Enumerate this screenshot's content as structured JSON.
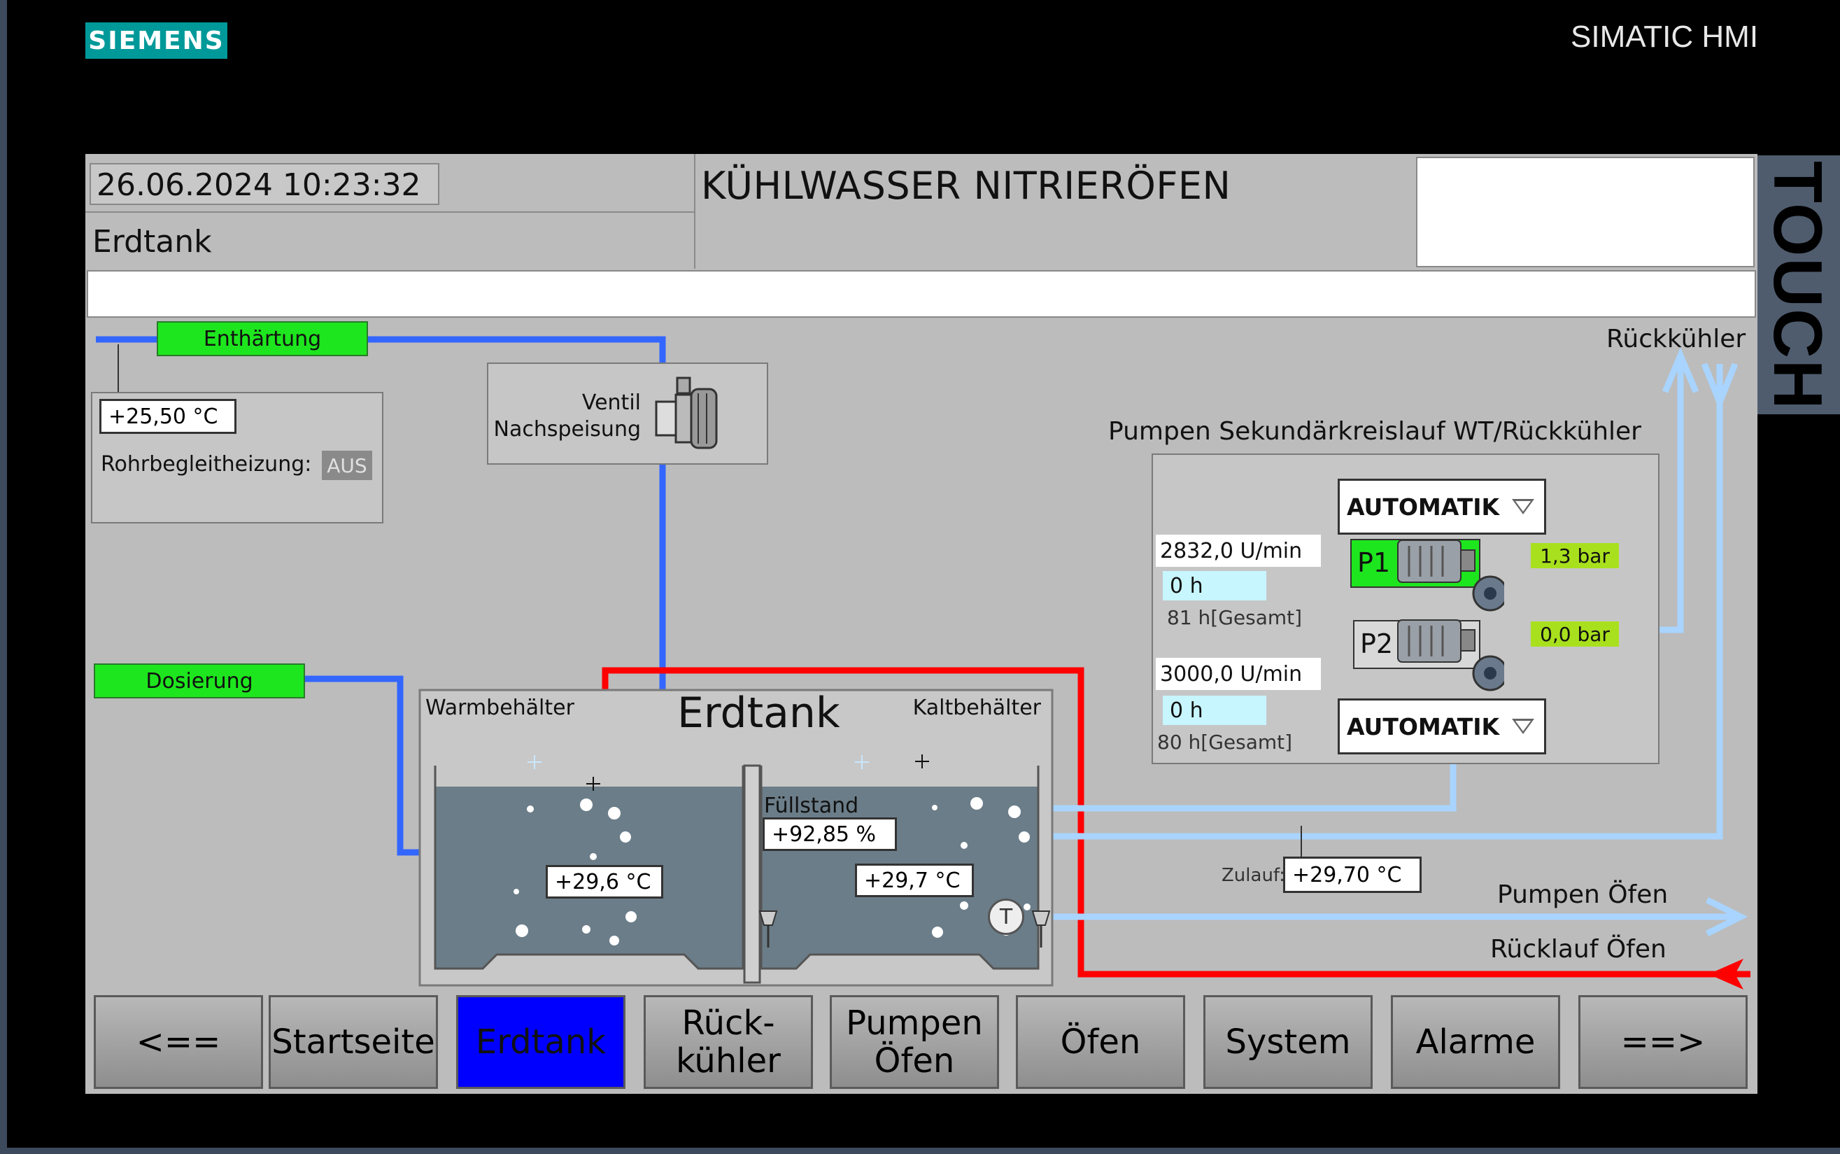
{
  "brand": {
    "logo": "SIEMENS",
    "product": "SIMATIC HMI",
    "side_label": "TOUCH"
  },
  "header": {
    "datetime": "26.06.2024 10:23:32",
    "screen_name": "Erdtank",
    "title": "KÜHLWASSER NITRIERÖFEN"
  },
  "colors": {
    "accent_blue": "#0000ff",
    "status_green": "#1ee61e",
    "pipe_blue": "#3366ff",
    "pipe_light": "#a8d4ff",
    "pipe_red": "#ff0000",
    "siemens_teal": "#009999"
  },
  "left": {
    "enthaertung_label": "Enthärtung",
    "dosierung_label": "Dosierung",
    "pipe_temp": "+25,50 °C",
    "heating_label": "Rohrbegleitheizung:",
    "heating_state": "AUS"
  },
  "valve": {
    "label_line1": "Ventil",
    "label_line2": "Nachspeisung",
    "icon": "valve-icon"
  },
  "tank": {
    "title": "Erdtank",
    "warm_label": "Warmbehälter",
    "cold_label": "Kaltbehälter",
    "warm_temp": "+29,6 °C",
    "cold_temp": "+29,7 °C",
    "level_label": "Füllstand",
    "level_value": "+92,85 %",
    "level_fraction": 0.9285,
    "temp_sensor_symbol": "T"
  },
  "pumps": {
    "title": "Pumpen Sekundärkreislauf WT/Rückkühler",
    "p1": {
      "name": "P1",
      "mode": "AUTOMATIK",
      "speed": "2832,0 U/min",
      "hours": "0 h",
      "total": "81 h[Gesamt]",
      "pressure": "1,3 bar",
      "running": true
    },
    "p2": {
      "name": "P2",
      "mode": "AUTOMATIK",
      "speed": "3000,0 U/min",
      "hours": "0 h",
      "total": "80 h[Gesamt]",
      "pressure": "0,0 bar",
      "running": false
    }
  },
  "right": {
    "rueckkuehler": "Rückkühler",
    "zulauf_label": "Zulauf:",
    "zulauf_value": "+29,70 °C",
    "pumpen_oefen": "Pumpen Öfen",
    "ruecklauf_oefen": "Rücklauf Öfen"
  },
  "nav": {
    "back": "<==",
    "start": "Startseite",
    "erdtank": "Erdtank",
    "rueckkuehler_l1": "Rück-",
    "rueckkuehler_l2": "kühler",
    "pumpen_l1": "Pumpen",
    "pumpen_l2": "Öfen",
    "oefen": "Öfen",
    "system": "System",
    "alarme": "Alarme",
    "forward": "==>"
  }
}
